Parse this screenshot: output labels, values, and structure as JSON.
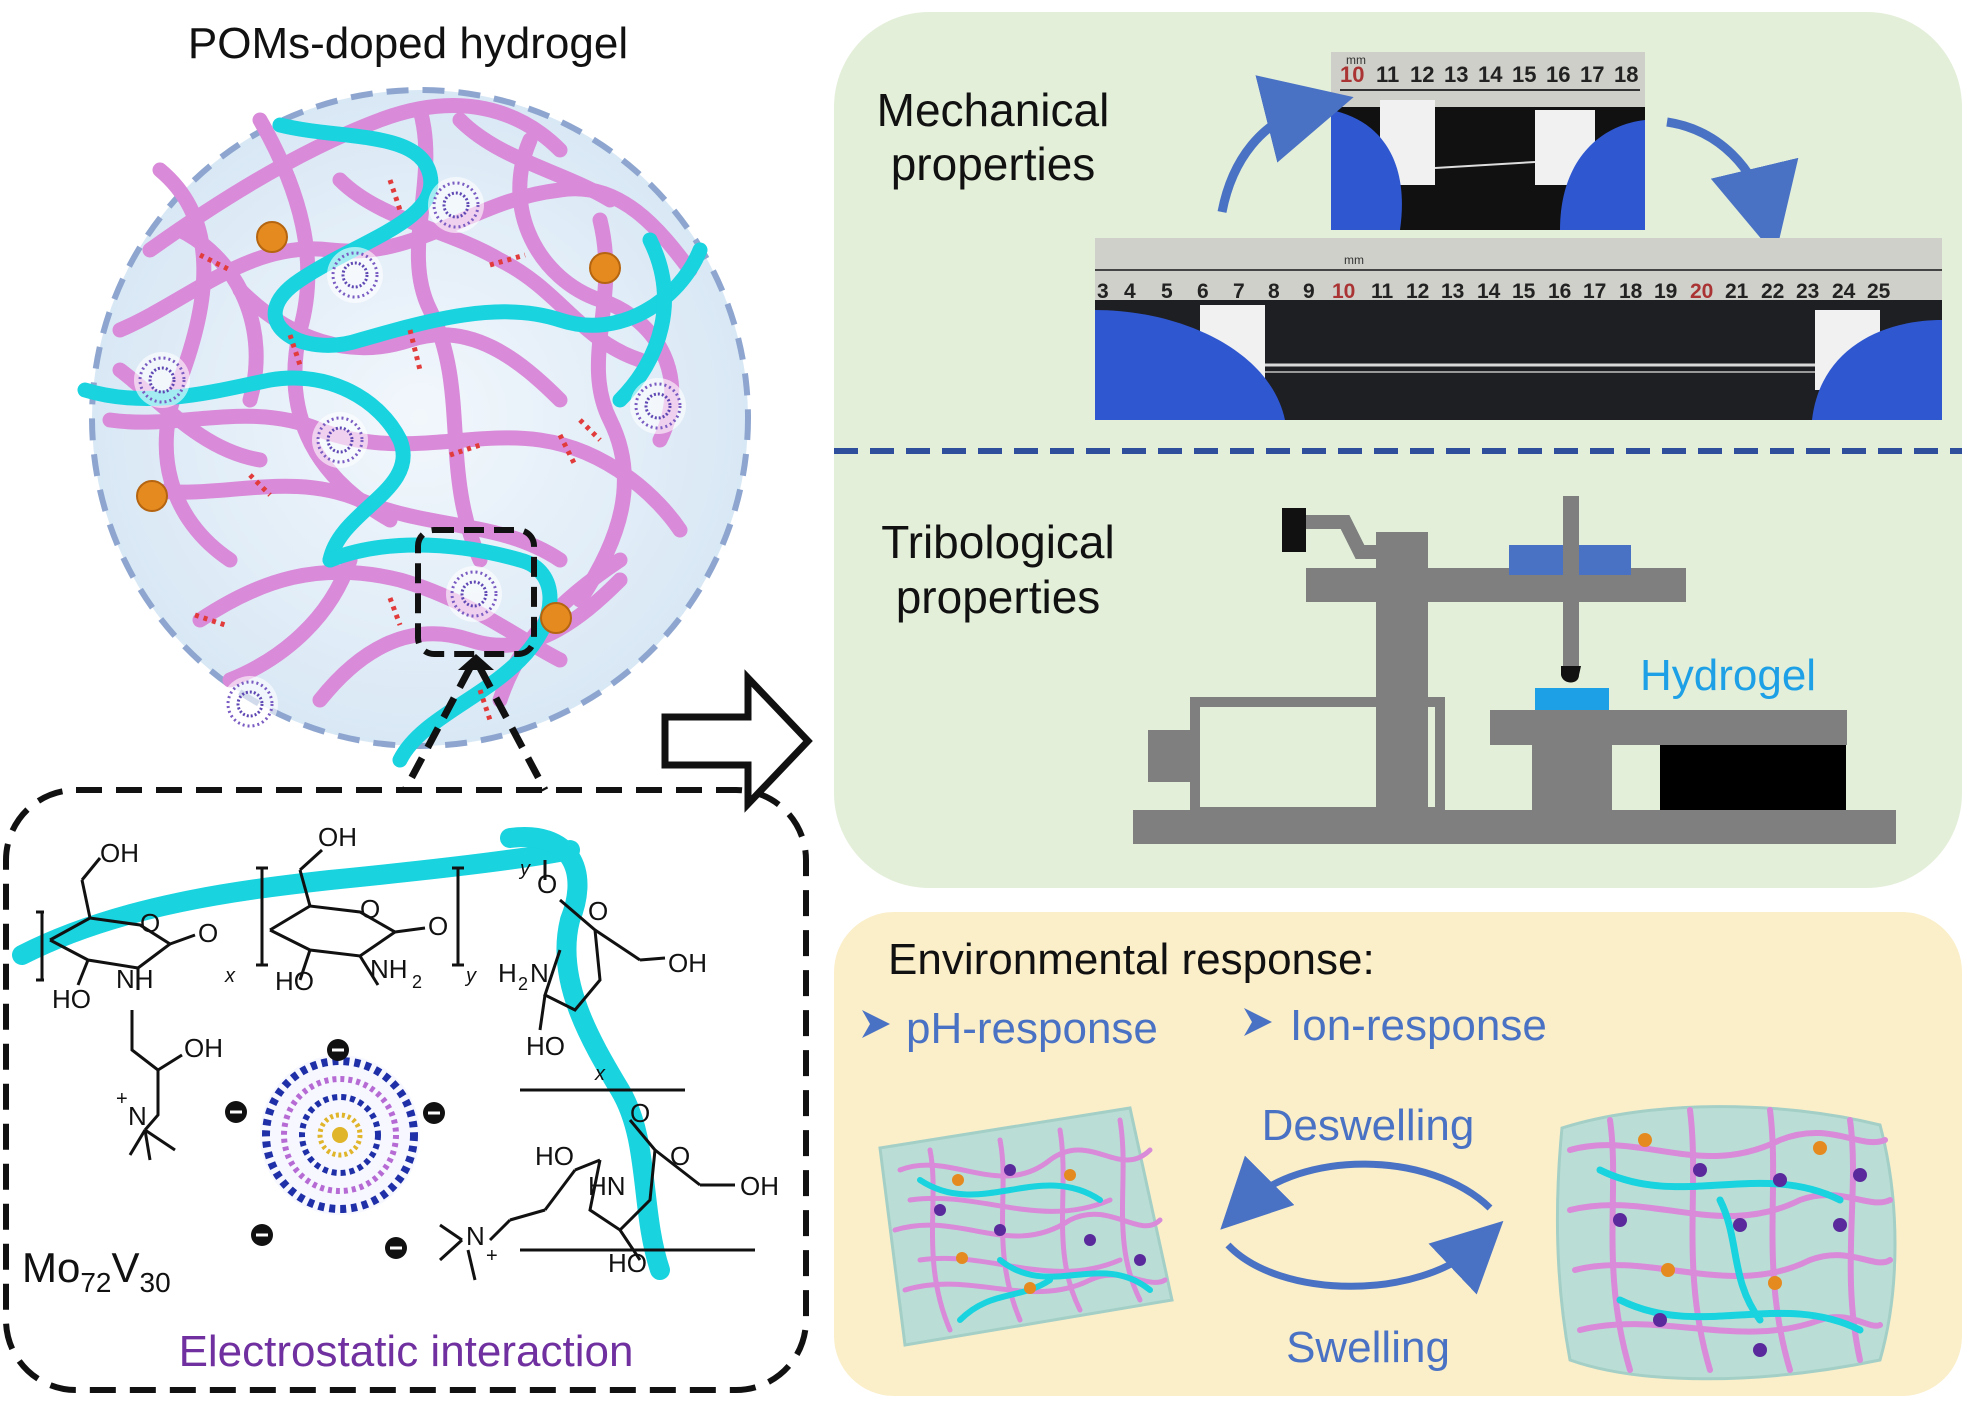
{
  "title": "POMs-doped hydrogel",
  "electrostatic": {
    "label": "Electrostatic interaction",
    "pom_formula": {
      "mo": "Mo",
      "mo_sub": "72",
      "v": "V",
      "v_sub": "30"
    },
    "chem_labels": {
      "oh": "OH",
      "ho": "HO",
      "nh": "NH",
      "nh2": "NH",
      "two": "2",
      "h2n": "H",
      "h2n_2": "2",
      "h2n_n": "N",
      "hn": "HN",
      "o": "O",
      "x": "x",
      "y": "y",
      "n": "N",
      "plus": "+"
    }
  },
  "mechanical": {
    "label_line1": "Mechanical",
    "label_line2": "properties",
    "ruler_top_ticks": [
      "10",
      "11",
      "12",
      "13",
      "14",
      "15",
      "16",
      "17",
      "18"
    ],
    "ruler_bottom_ticks": [
      "3",
      "4",
      "5",
      "6",
      "7",
      "8",
      "9",
      "10",
      "11",
      "12",
      "13",
      "14",
      "15",
      "16",
      "17",
      "18",
      "19",
      "20",
      "21",
      "22",
      "23",
      "24",
      "25"
    ],
    "ruler_unit": "mm"
  },
  "tribological": {
    "label_line1": "Tribological",
    "label_line2": "properties",
    "hydrogel_label": "Hydrogel"
  },
  "environmental": {
    "title": "Environmental response:",
    "bullet1": "pH-response",
    "bullet2": "Ion-response",
    "deswelling": "Deswelling",
    "swelling": "Swelling"
  },
  "colors": {
    "pink_chain": "#d98ad8",
    "cyan_chain": "#19d3df",
    "orange_node": "#e58a1f",
    "panel_green": "#e3efd9",
    "panel_yellow": "#fbefc9",
    "arrow_blue": "#4a72c4",
    "gray_machine": "#7f7f7f",
    "purple_text": "#7030a0",
    "hydrogel_blue": "#1ea0e6"
  }
}
